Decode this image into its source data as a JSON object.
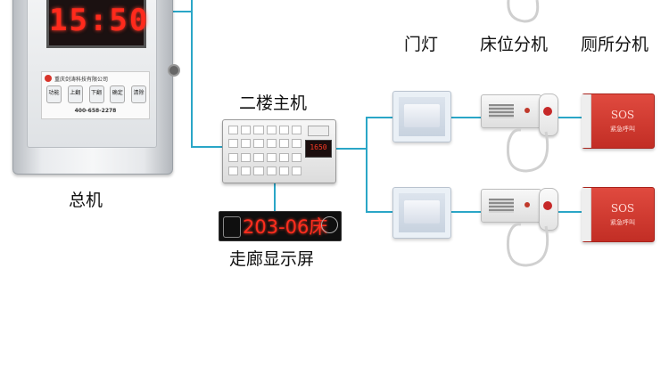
{
  "labels": {
    "main_host": "总机",
    "floor2_host": "二楼主机",
    "corridor_display": "走廊显示屏",
    "door_light": "门灯",
    "bed_unit": "床位分机",
    "toilet_unit": "厕所分机"
  },
  "main_host": {
    "led_time": "15:50",
    "company": "重庆剑涛科技有限公司",
    "keys": [
      "功能",
      "上翻",
      "下翻",
      "确定",
      "清除"
    ],
    "phone": "400-658-2278"
  },
  "floor2_host": {
    "screen": "1650"
  },
  "corridor": {
    "text": "203-06床"
  },
  "sos": {
    "title": "SOS",
    "subtitle": "紧急呼叫"
  },
  "colors": {
    "wire": "#2aa6c7",
    "led_red": "#ff2a1c",
    "sos_red": "#d23a30"
  }
}
